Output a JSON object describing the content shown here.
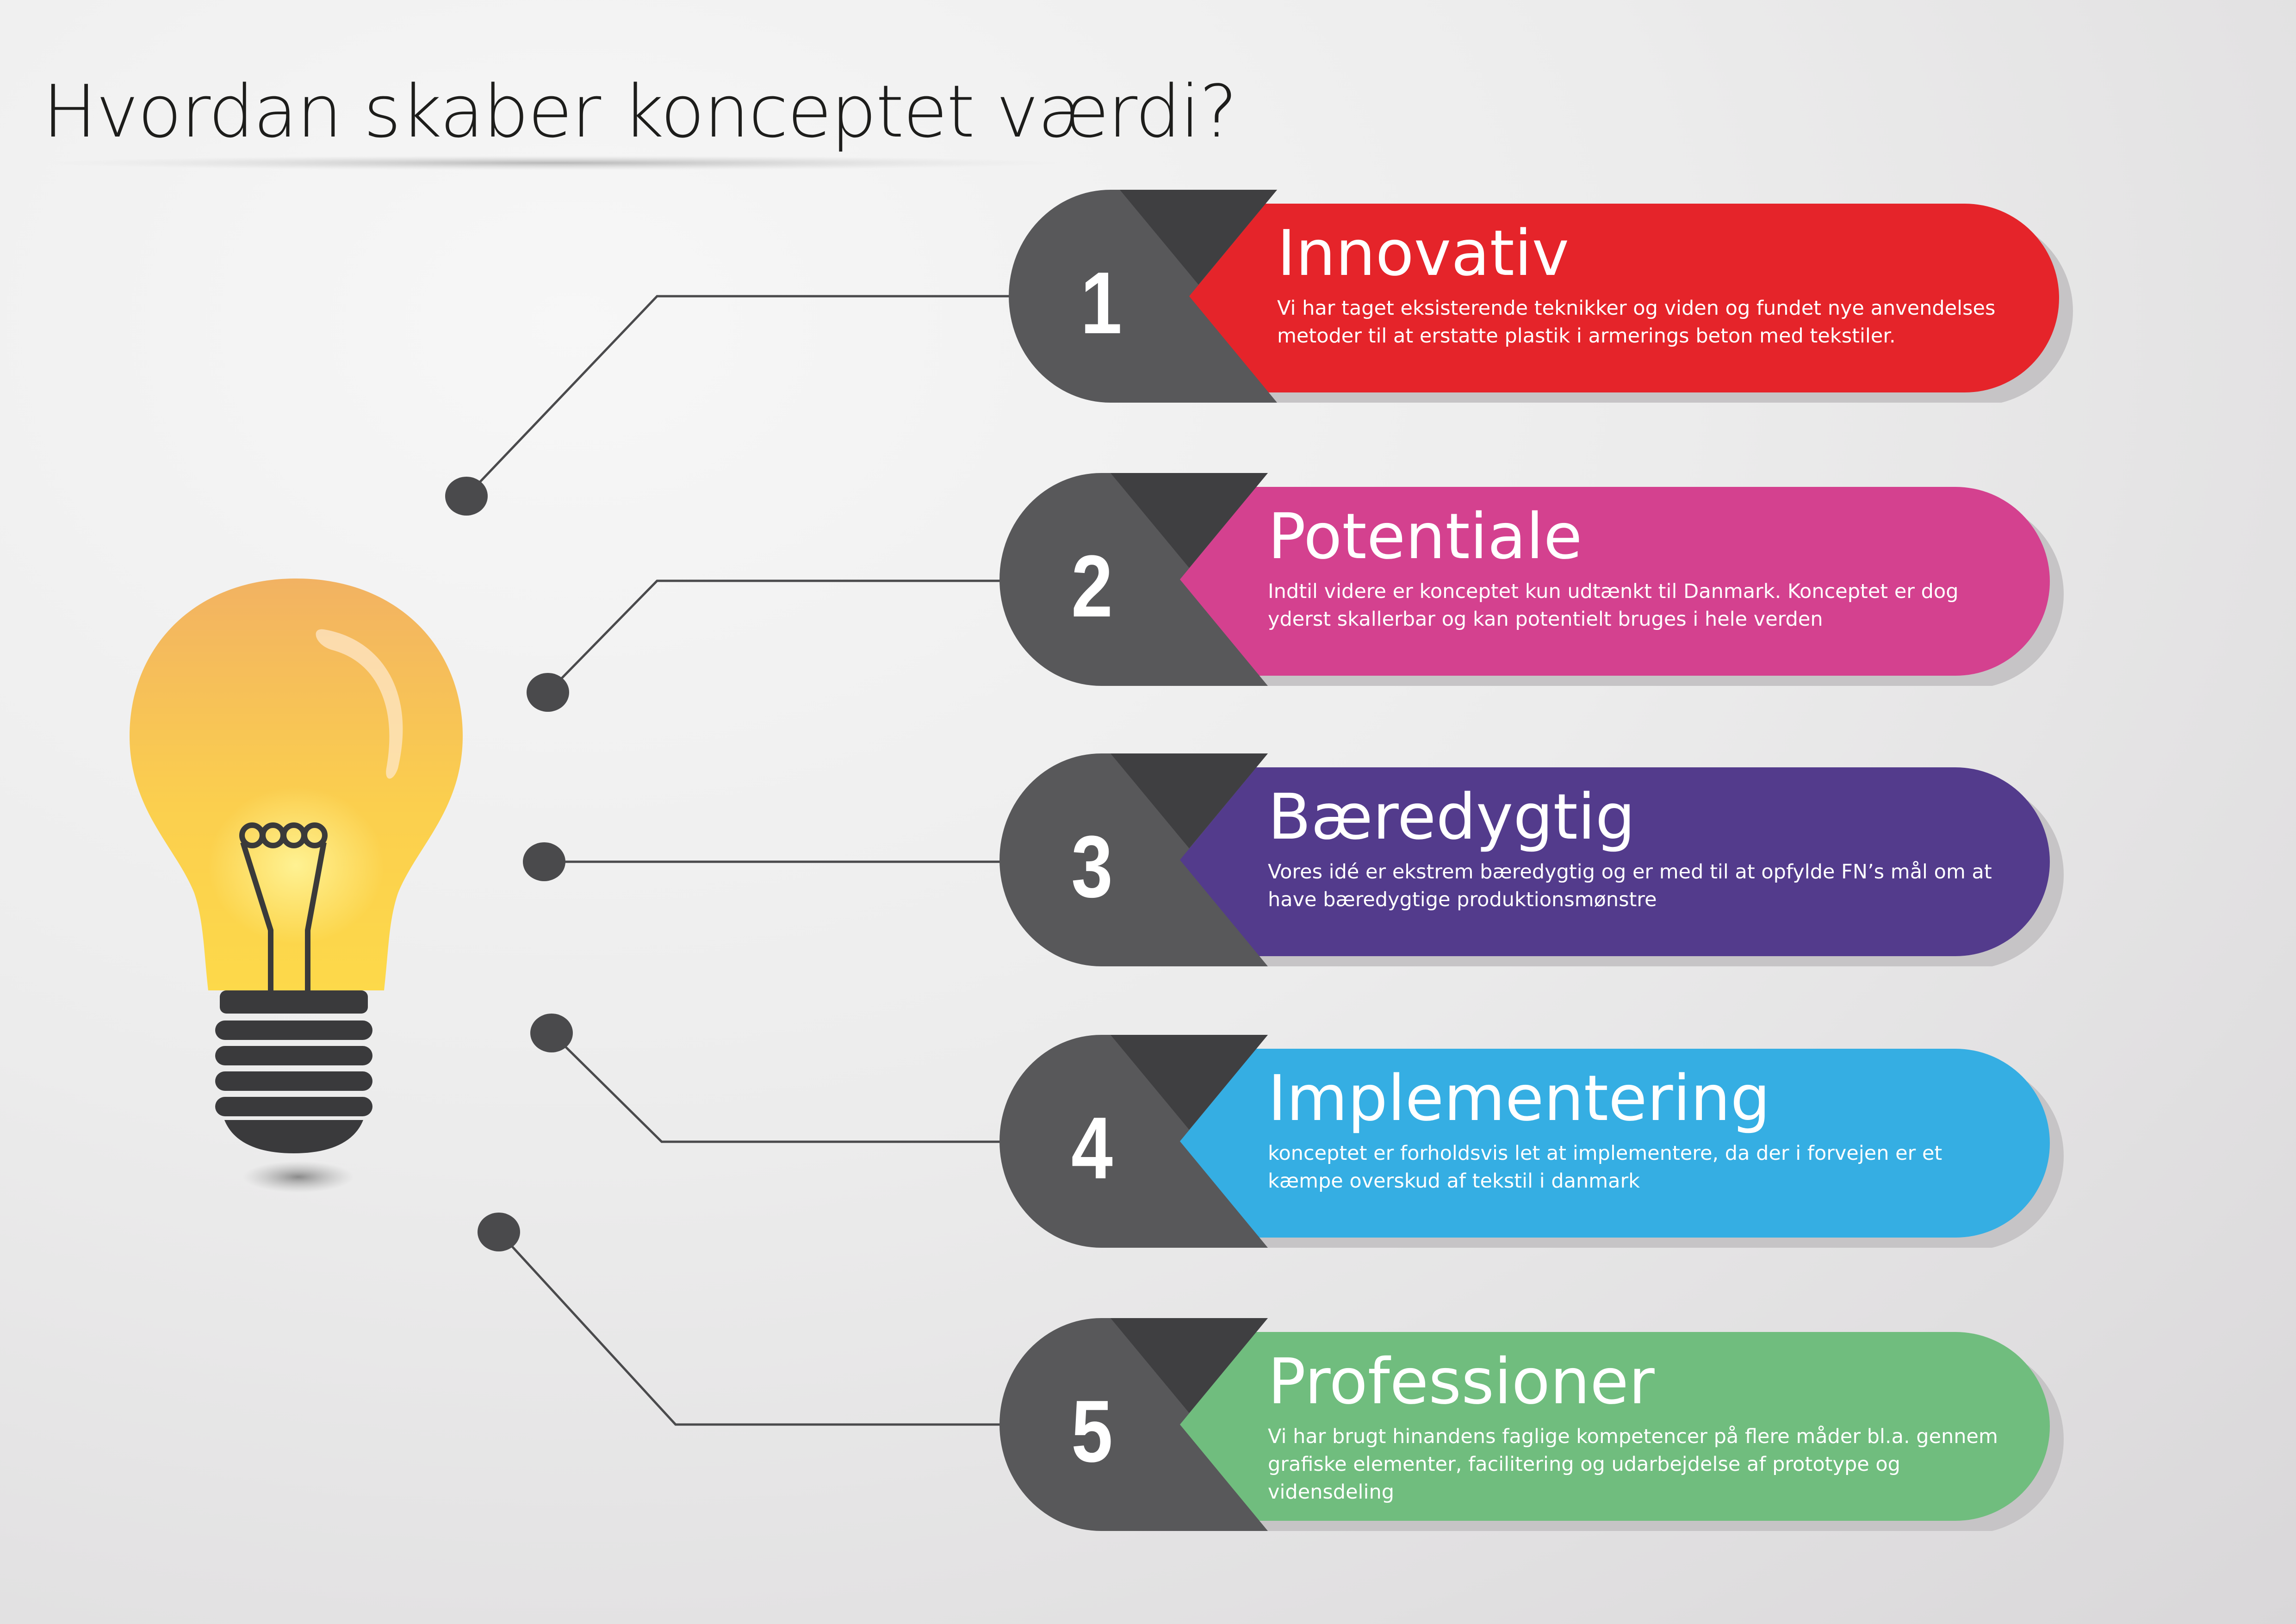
{
  "title": "Hvordan skaber konceptet værdi?",
  "colors": {
    "badge_dark": "#3f3f41",
    "badge_light": "#58585a",
    "bulb_top": "#f2b262",
    "bulb_bottom": "#fdd94a",
    "connector": "#4a4a4c"
  },
  "icons": [
    "lightbulb-icon"
  ],
  "items": [
    {
      "number": "1",
      "heading": "Innovativ",
      "text": "Vi har taget eksisterende teknikker og viden og fundet nye anvendelses metoder til at erstatte plastik i armerings beton med tekstiler.",
      "color": "#e5242a"
    },
    {
      "number": "2",
      "heading": "Potentiale",
      "text": "Indtil videre er konceptet kun udtænkt til Danmark. Konceptet er dog yderst skallerbar og kan potentielt bruges i hele verden",
      "color": "#d4418f"
    },
    {
      "number": "3",
      "heading": "Bæredygtig",
      "text": "Vores idé er ekstrem bæredygtig og er med til at opfylde FN’s mål om at have bæredygtige produktionsmønstre",
      "color": "#533b8c"
    },
    {
      "number": "4",
      "heading": "Implementering",
      "text": "konceptet er forholdsvis let at implementere, da der i forvejen er et kæmpe overskud af tekstil i danmark",
      "color": "#35aee3"
    },
    {
      "number": "5",
      "heading": "Professioner",
      "text": "Vi har brugt hinandens faglige kompetencer på flere måder bl.a. gennem grafiske elementer, facilitering og udarbejdelse af prototype og vidensdeling",
      "color": "#70bd7e"
    }
  ]
}
